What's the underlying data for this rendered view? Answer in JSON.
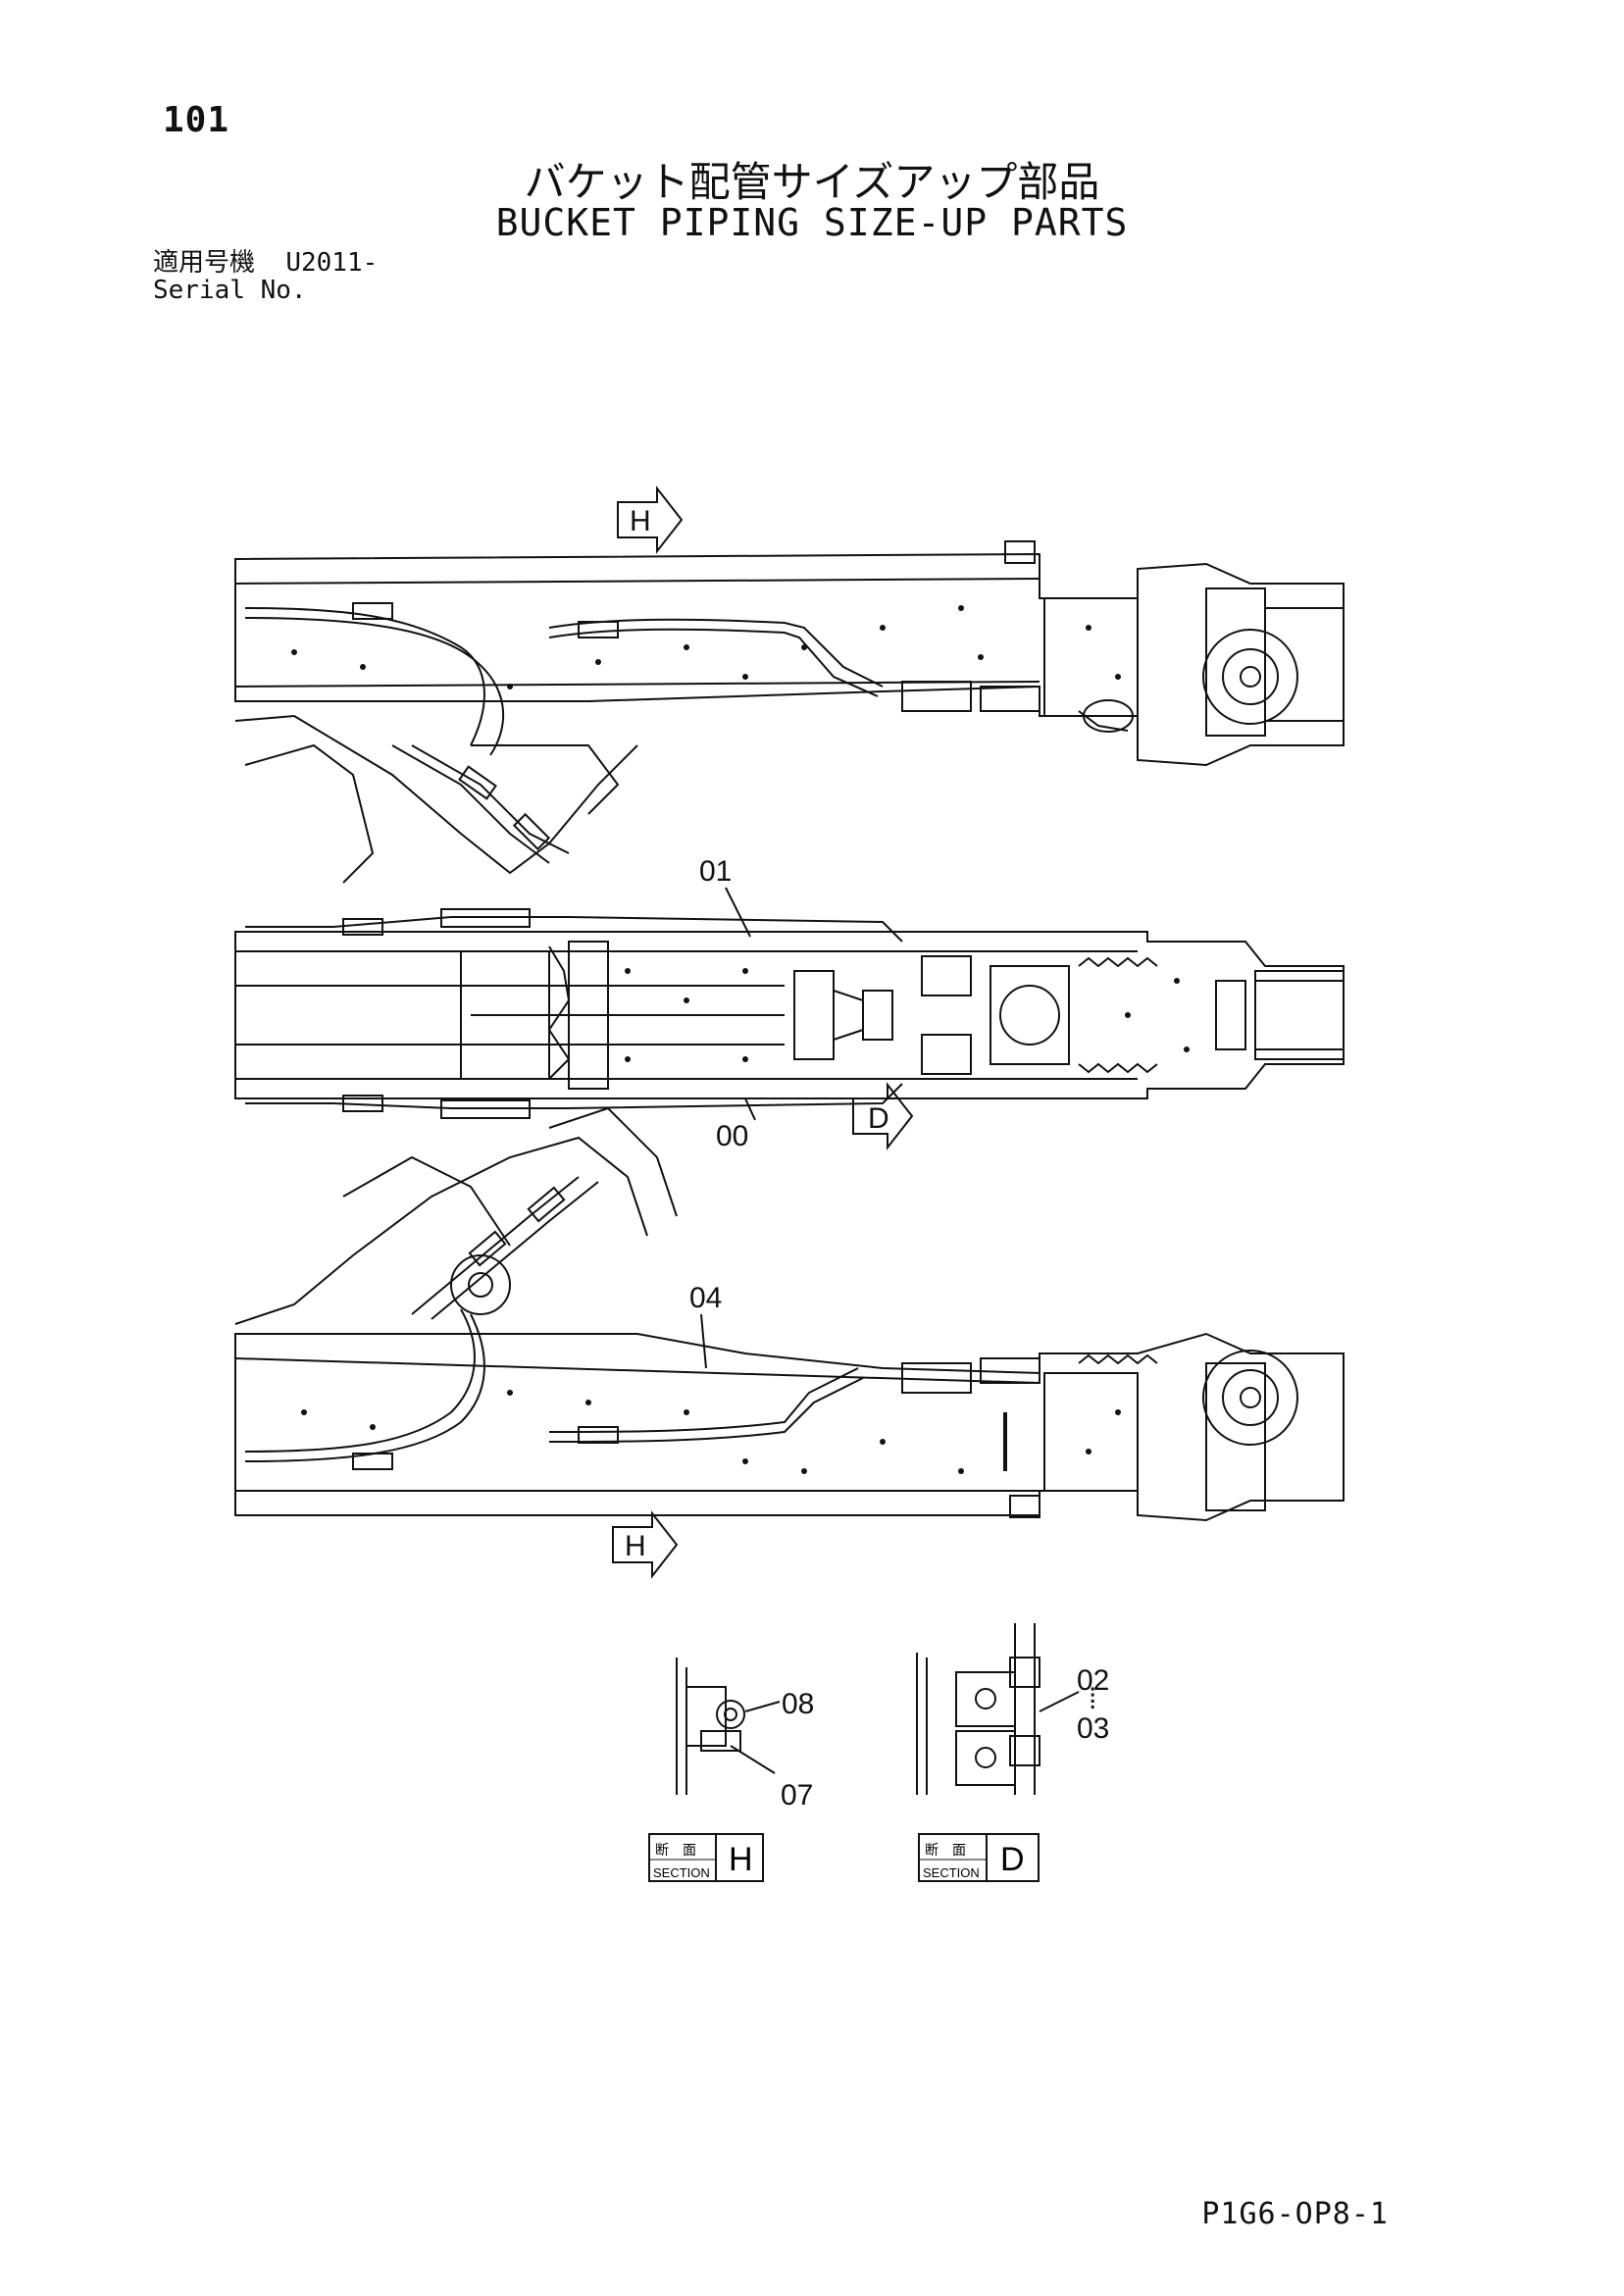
{
  "page": {
    "number": "101",
    "title_jp": "バケット配管サイズアップ部品",
    "title_en": "BUCKET PIPING SIZE-UP PARTS",
    "serial_label_jp": "適用号機",
    "serial_value": "U2011-",
    "serial_label_en": "Serial No.",
    "footer_code": "P1G6-OP8-1"
  },
  "views": {
    "arrow_top_letter": "H",
    "arrow_mid_letter": "D",
    "arrow_bottom_letter": "H"
  },
  "callouts": {
    "c01": "01",
    "c00": "00",
    "c04": "04",
    "c08": "08",
    "c07": "07",
    "c02": "02",
    "c03": "03"
  },
  "sections": {
    "h": {
      "label_jp": "断　面",
      "label_en": "SECTION",
      "letter": "H"
    },
    "d": {
      "label_jp": "断　面",
      "label_en": "SECTION",
      "letter": "D"
    }
  }
}
